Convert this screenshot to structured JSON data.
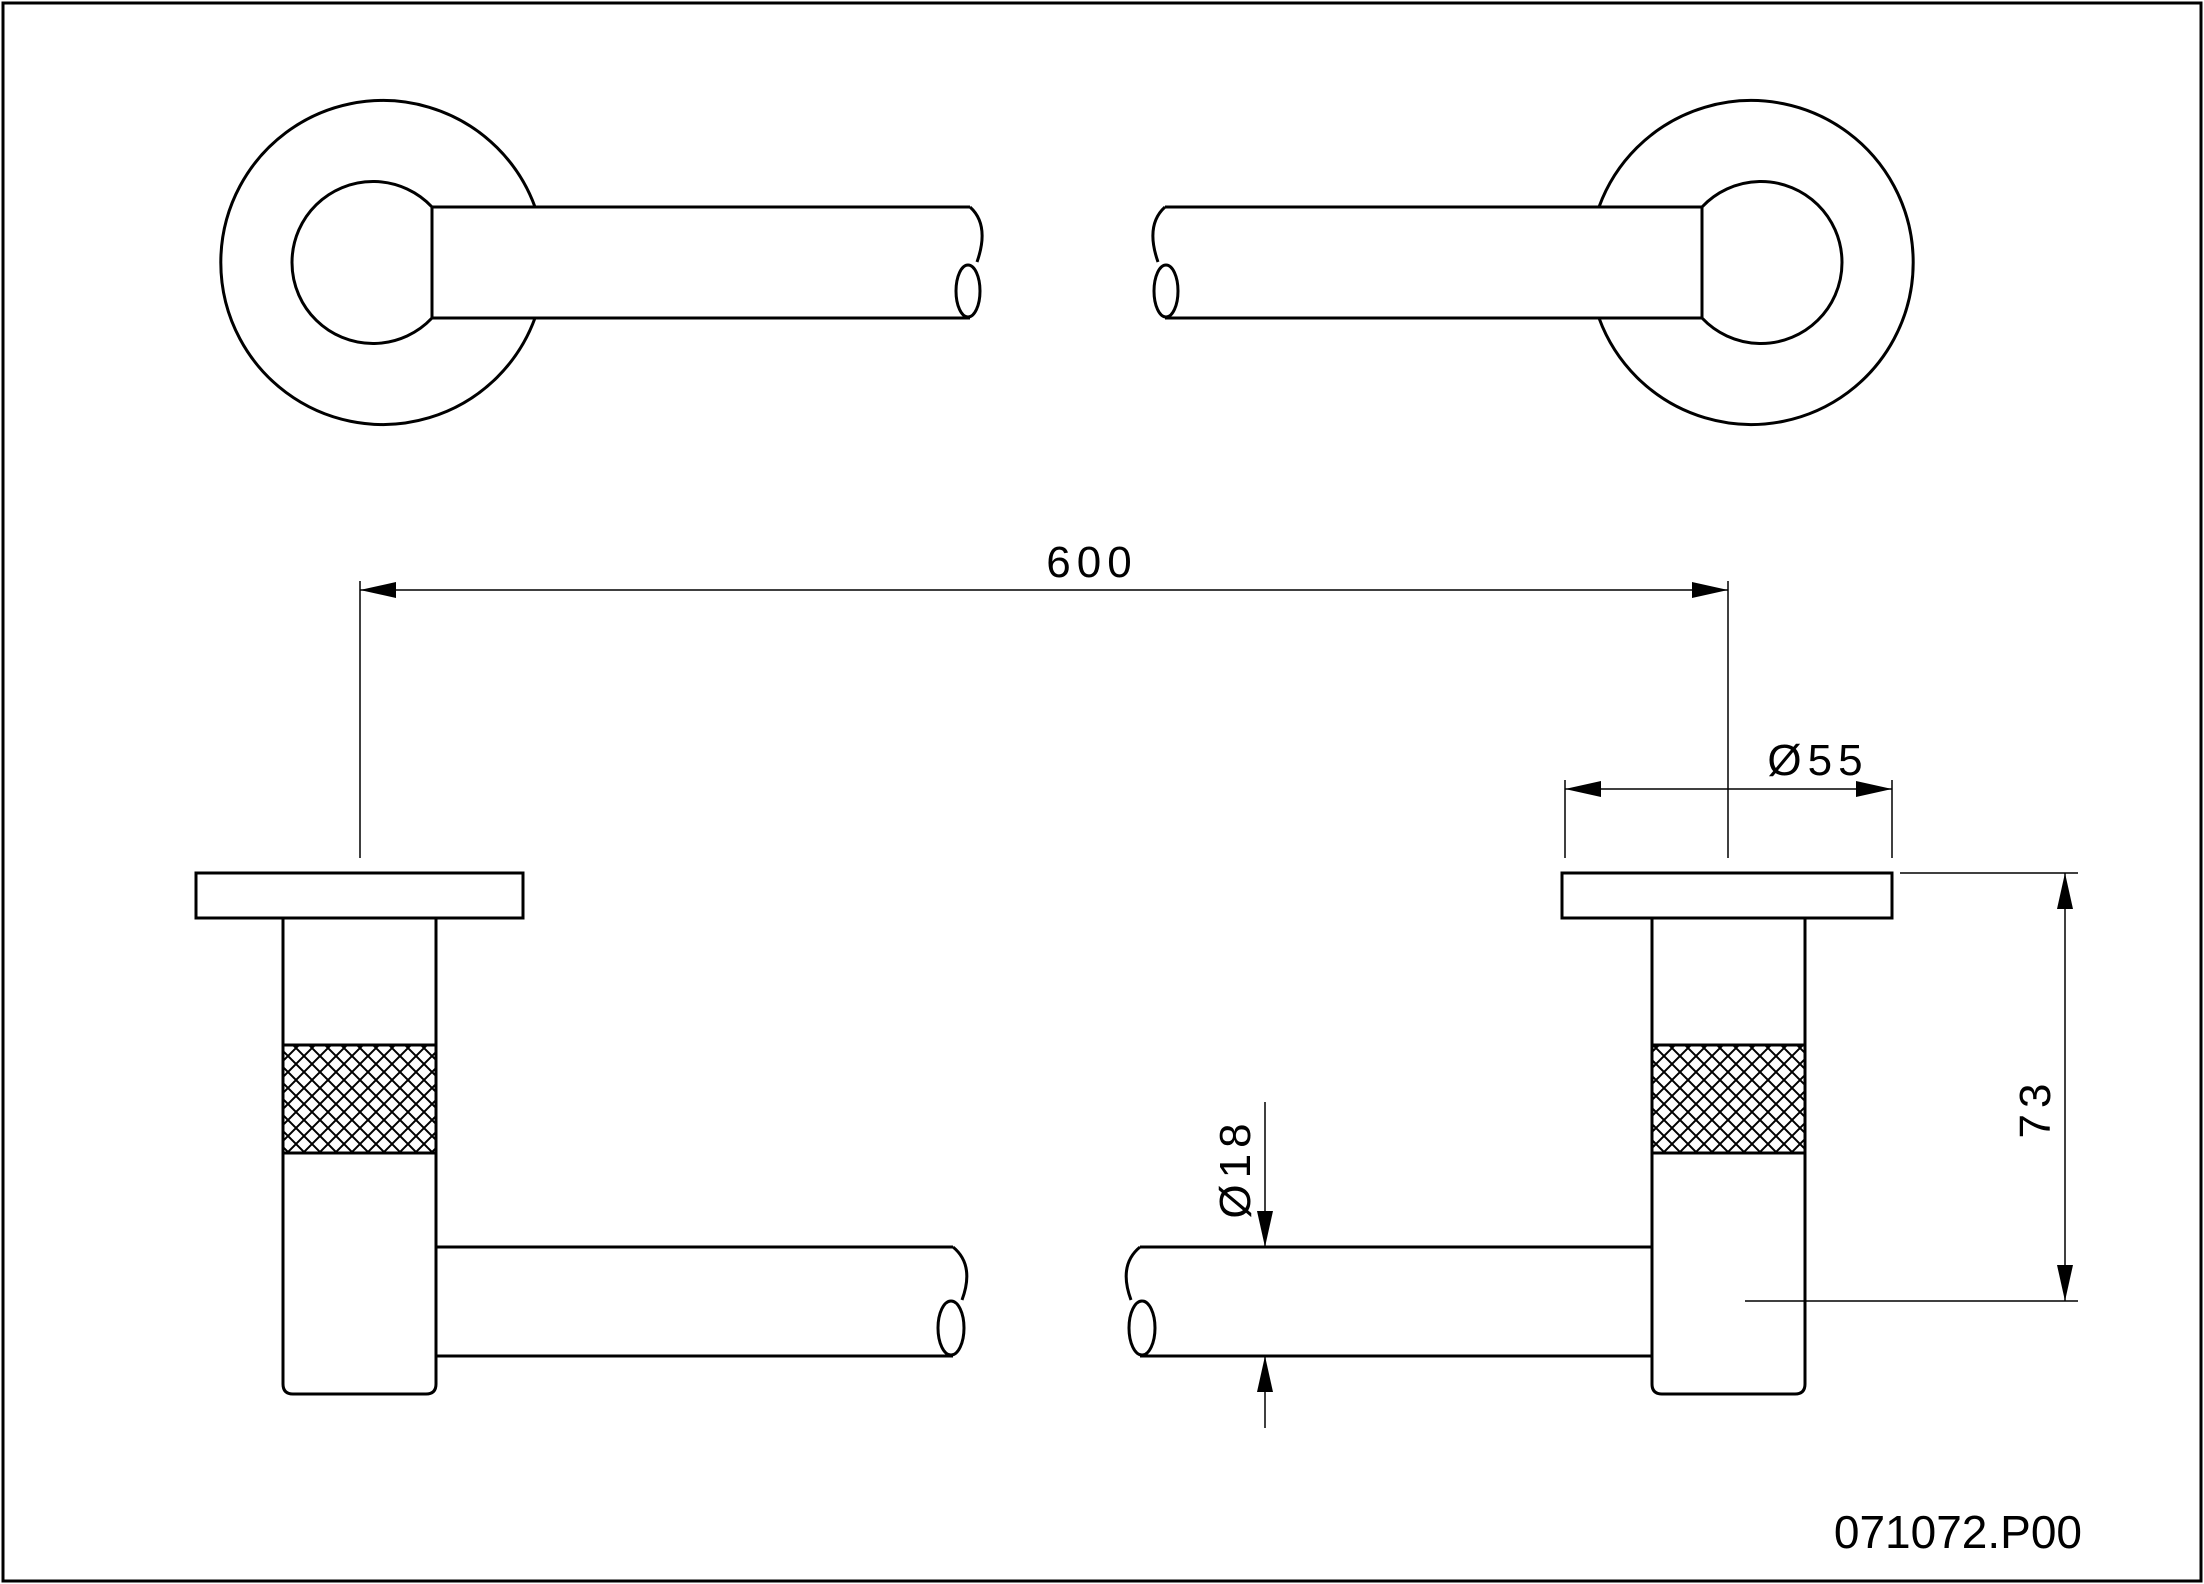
{
  "drawing": {
    "part_number": "071072.P00"
  },
  "dimensions": {
    "length": "600",
    "rosette_diameter": "Ø55",
    "bar_diameter": "Ø18",
    "projection": "73"
  },
  "colors": {
    "line": "#000000",
    "background": "#ffffff"
  }
}
